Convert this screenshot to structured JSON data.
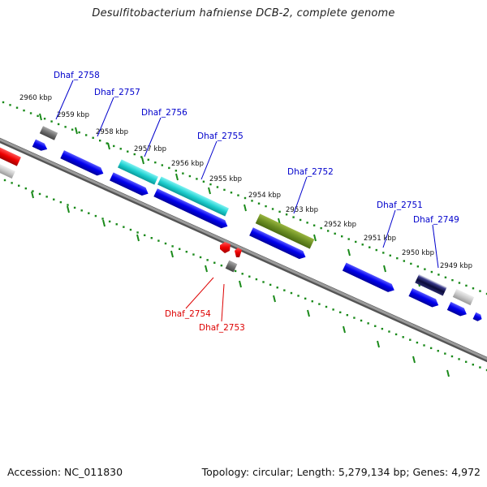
{
  "title": "Desulfitobacterium hafniense DCB-2, complete genome",
  "footer": {
    "accession": "Accession: NC_011830",
    "summary": "Topology: circular; Length: 5,279,134 bp; Genes: 4,972"
  },
  "colors": {
    "backbone": "#808080",
    "tick_track": "#1a8a1a",
    "forward_gene": "#0000ee",
    "reverse_label": "#dd0000",
    "forward_label": "#0000cc"
  },
  "kbp_labels": [
    "2960 kbp",
    "2959 kbp",
    "2958 kbp",
    "2957 kbp",
    "2956 kbp",
    "2955 kbp",
    "2954 kbp",
    "2953 kbp",
    "2952 kbp",
    "2951 kbp",
    "2950 kbp",
    "2949 kbp"
  ],
  "gene_labels": [
    {
      "text": "Dhaf_2758",
      "strand": "forward"
    },
    {
      "text": "Dhaf_2757",
      "strand": "forward"
    },
    {
      "text": "Dhaf_2756",
      "strand": "forward"
    },
    {
      "text": "Dhaf_2755",
      "strand": "forward"
    },
    {
      "text": "Dhaf_2752",
      "strand": "forward"
    },
    {
      "text": "Dhaf_2751",
      "strand": "forward"
    },
    {
      "text": "Dhaf_2749",
      "strand": "forward"
    },
    {
      "text": "Dhaf_2754",
      "strand": "reverse"
    },
    {
      "text": "Dhaf_2753",
      "strand": "reverse"
    }
  ]
}
